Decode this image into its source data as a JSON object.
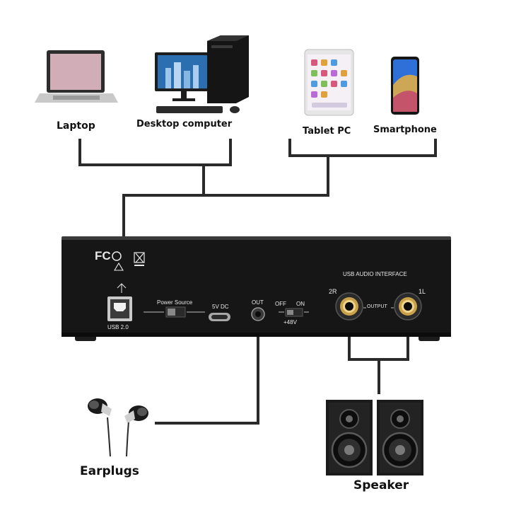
{
  "devices": {
    "laptop": "Laptop",
    "desktop": "Desktop computer",
    "tablet": "Tablet PC",
    "smartphone": "Smartphone"
  },
  "interface": {
    "certifications": "FC",
    "usb_label": "USB 2.0",
    "power_label": "Power Source",
    "dc_label": "5V DC",
    "out_label": "OUT",
    "off_label": "OFF",
    "on_label": "ON",
    "phantom_label": "+48V",
    "title": "USB AUDIO INTERFACE",
    "port_2r": "2R",
    "port_1l": "1L",
    "output_label": "OUTPUT"
  },
  "outputs": {
    "earplugs": "Earplugs",
    "speaker": "Speaker"
  },
  "colors": {
    "cable": "#2a2a2a",
    "panel": "#161616",
    "jack_gold": "#c9a14a"
  }
}
